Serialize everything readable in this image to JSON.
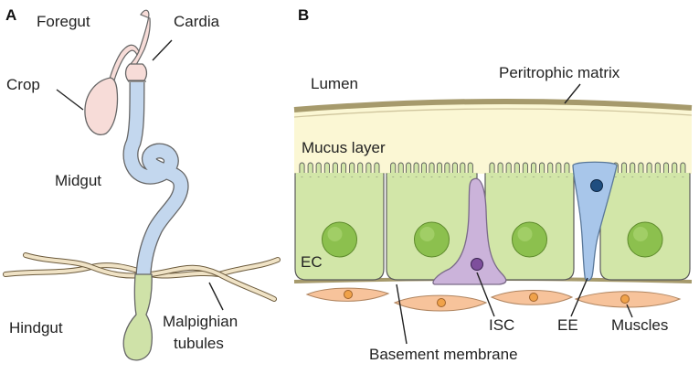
{
  "panels": {
    "a": {
      "letter": "A",
      "labels": {
        "foregut": "Foregut",
        "cardia": "Cardia",
        "crop": "Crop",
        "midgut": "Midgut",
        "hindgut": "Hindgut",
        "malpighian_1": "Malpighian",
        "malpighian_2": "tubules"
      }
    },
    "b": {
      "letter": "B",
      "labels": {
        "lumen": "Lumen",
        "peritrophic": "Peritrophic matrix",
        "mucus": "Mucus layer",
        "ec": "EC",
        "isc": "ISC",
        "ee": "EE",
        "muscles": "Muscles",
        "basement": "Basement membrane"
      }
    }
  },
  "colors": {
    "foregut_fill": "#f7dcd8",
    "midgut_fill": "#c3d7ee",
    "hindgut_fill": "#cfe2a8",
    "tubule_fill": "#f0e3c6",
    "peritrophic": "#a69a6c",
    "mucus": "#fbf7d4",
    "cell_fill": "#d2e6a8",
    "nucleus": "#8cc04e",
    "isc_fill": "#cbb3da",
    "isc_nucleus": "#7e4f9c",
    "ee_fill": "#a8c6ea",
    "ee_nucleus": "#1f4e80",
    "muscle_fill": "#f7c39b",
    "muscle_nucleus": "#f0a24a",
    "outline": "#5a5a5a"
  }
}
